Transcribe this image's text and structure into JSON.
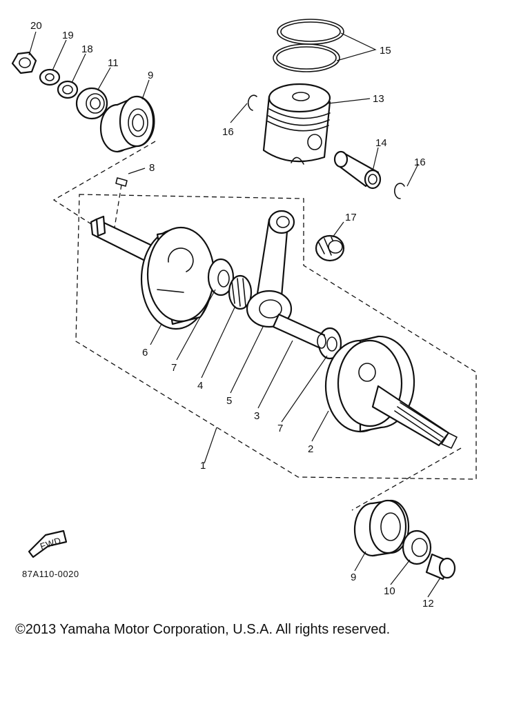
{
  "callouts": {
    "c20": "20",
    "c19": "19",
    "c18": "18",
    "c11": "11",
    "c9a": "9",
    "c15": "15",
    "c13": "13",
    "c16a": "16",
    "c14": "14",
    "c16b": "16",
    "c8": "8",
    "c17": "17",
    "c6": "6",
    "c7a": "7",
    "c4": "4",
    "c5": "5",
    "c3": "3",
    "c7b": "7",
    "c2": "2",
    "c1": "1",
    "c9b": "9",
    "c10": "10",
    "c12": "12"
  },
  "fwd_label": "FWD",
  "diagram_code": "87A110-0020",
  "copyright": "©2013 Yamaha Motor Corporation, U.S.A. All rights reserved."
}
